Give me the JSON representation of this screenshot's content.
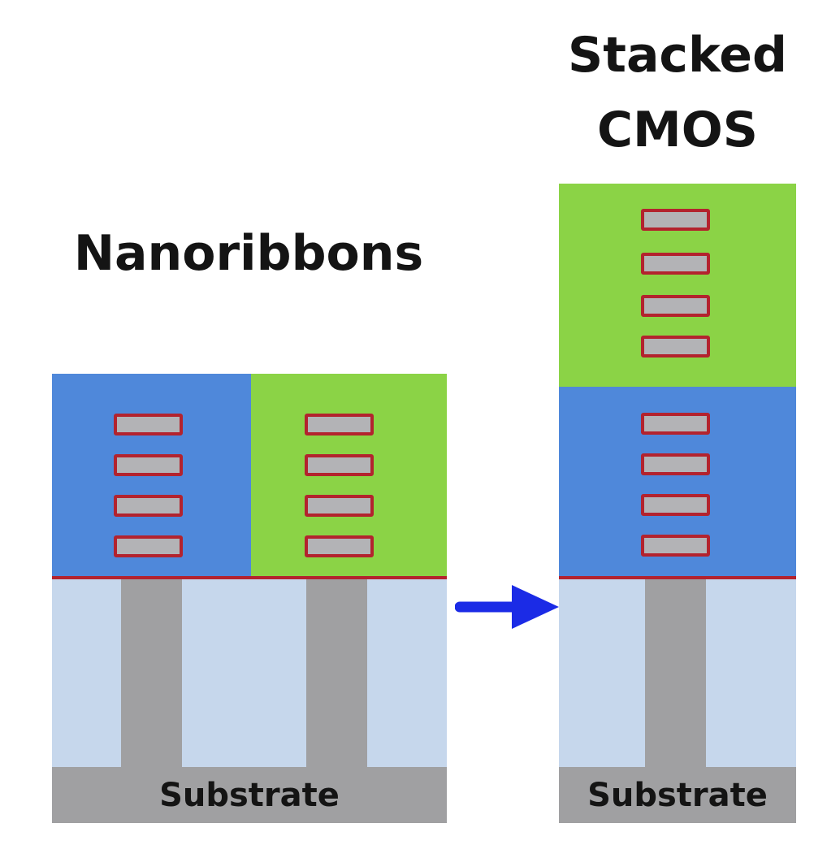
{
  "left_panel": {
    "title": "Nanoribbons",
    "substrate_label": "Substrate",
    "ribbons_per_device": 4
  },
  "right_panel": {
    "title_lines": [
      "Stacked",
      "CMOS"
    ],
    "substrate_label": "Substrate",
    "ribbons_per_device": 4
  },
  "colors": {
    "pmos_blue": "#4f88da",
    "nmos_green": "#8bd346",
    "oxide_light_blue": "#c6d7ec",
    "substrate_gray": "#a0a0a2",
    "ribbon_border_red": "#b3232e",
    "ribbon_fill_gray": "#b3b3b6",
    "arrow_blue": "#1b2be6"
  },
  "icons": {
    "transition_arrow": "arrow-right-icon"
  }
}
